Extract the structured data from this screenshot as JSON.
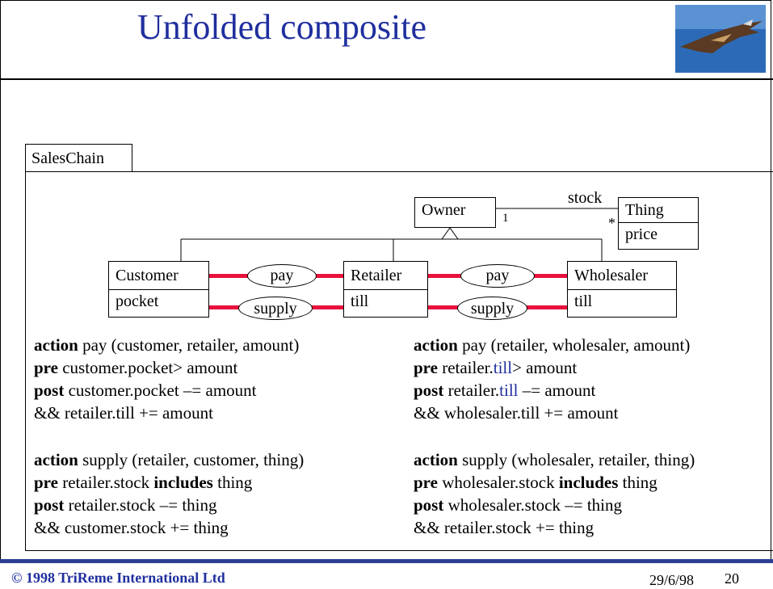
{
  "title": "Unfolded composite",
  "package_name": "SalesChain",
  "classes": {
    "owner": {
      "name": "Owner"
    },
    "thing": {
      "name": "Thing",
      "attr": "price"
    },
    "customer": {
      "name": "Customer",
      "attr": "pocket"
    },
    "retailer": {
      "name": "Retailer",
      "attr": "till"
    },
    "wholesaler": {
      "name": "Wholesaler",
      "attr": "till"
    }
  },
  "association": {
    "name": "stock",
    "mult_owner": "1",
    "mult_thing": "*"
  },
  "connectors": {
    "left_pay": "pay",
    "left_supply": "supply",
    "right_pay": "pay",
    "right_supply": "supply"
  },
  "actions": {
    "left_pay": {
      "l1_kw": "action",
      "l1_rest": " pay (customer, retailer, amount)",
      "l2_kw": "pre",
      "l2_rest": " customer.pocket> amount",
      "l3_kw": "post",
      "l3_rest": " customer.pocket –= amount",
      "l4": "&&  retailer.till += amount"
    },
    "right_pay": {
      "l1_kw": "action",
      "l1_rest": " pay (retailer, wholesaler, amount)",
      "l2_kw": "pre",
      "l2_a": " retailer.",
      "l2_b": "till",
      "l2_c": "> amount",
      "l3_kw": "post",
      "l3_a": " retailer.",
      "l3_b": "till",
      "l3_c": " –= amount",
      "l4": "&&  wholesaler.till += amount"
    },
    "left_supply": {
      "l1_kw": "action",
      "l1_rest": " supply (retailer, customer, thing)",
      "l2_kw": "pre",
      "l2_a": " retailer.stock ",
      "l2_b": "includes",
      "l2_c": " thing",
      "l3_kw": "post",
      "l3_rest": " retailer.stock –= thing",
      "l4": "&&  customer.stock += thing"
    },
    "right_supply": {
      "l1_kw": "action",
      "l1_rest": " supply (wholesaler, retailer, thing)",
      "l2_kw": "pre",
      "l2_a": " wholesaler.stock ",
      "l2_b": "includes",
      "l2_c": " thing",
      "l3_kw": "post",
      "l3_rest": " wholesaler.stock –= thing",
      "l4": "&&  retailer.stock += thing"
    }
  },
  "footer": {
    "copyright": "© 1998 TriReme International Ltd",
    "date": "29/6/98",
    "page": "20"
  },
  "colors": {
    "title": "#1f2f9e",
    "connector": "#e8123c",
    "footer_bar": "#2b3f93"
  },
  "icons": {
    "logo": "bird-logo-icon"
  }
}
